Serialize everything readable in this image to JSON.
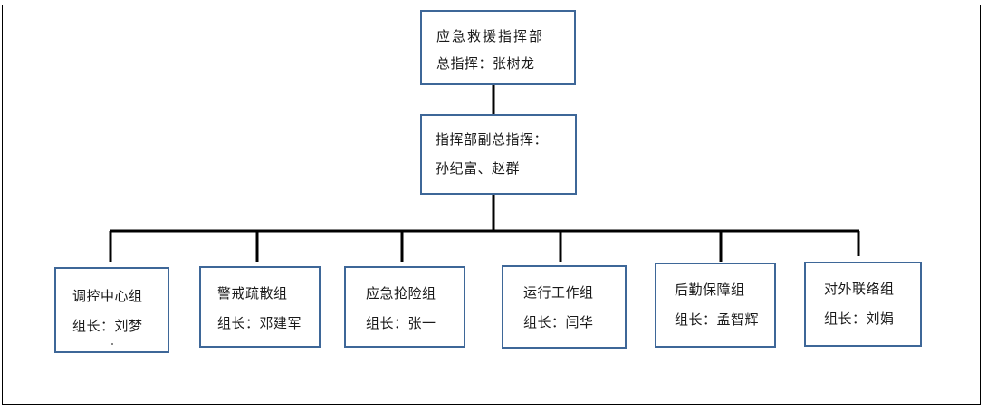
{
  "diagram": {
    "type": "org-chart",
    "root": {
      "line1": "应急救援指挥部",
      "line2": "总指挥：张树龙"
    },
    "deputy": {
      "line1": "指挥部副总指挥：",
      "line2": "孙纪富、赵群"
    },
    "groups": [
      {
        "name": "调控中心组",
        "leader": "组长：刘梦"
      },
      {
        "name": "警戒疏散组",
        "leader": "组长：邓建军"
      },
      {
        "name": "应急抢险组",
        "leader": "组长：张一"
      },
      {
        "name": "运行工作组",
        "leader": "组长：闫华"
      },
      {
        "name": "后勤保障组",
        "leader": "组长：孟智辉"
      },
      {
        "name": "对外联络组",
        "leader": "组长：刘娟"
      }
    ],
    "colors": {
      "box_border": "#3e6798",
      "connector": "#000000",
      "frame": "#000000"
    }
  }
}
